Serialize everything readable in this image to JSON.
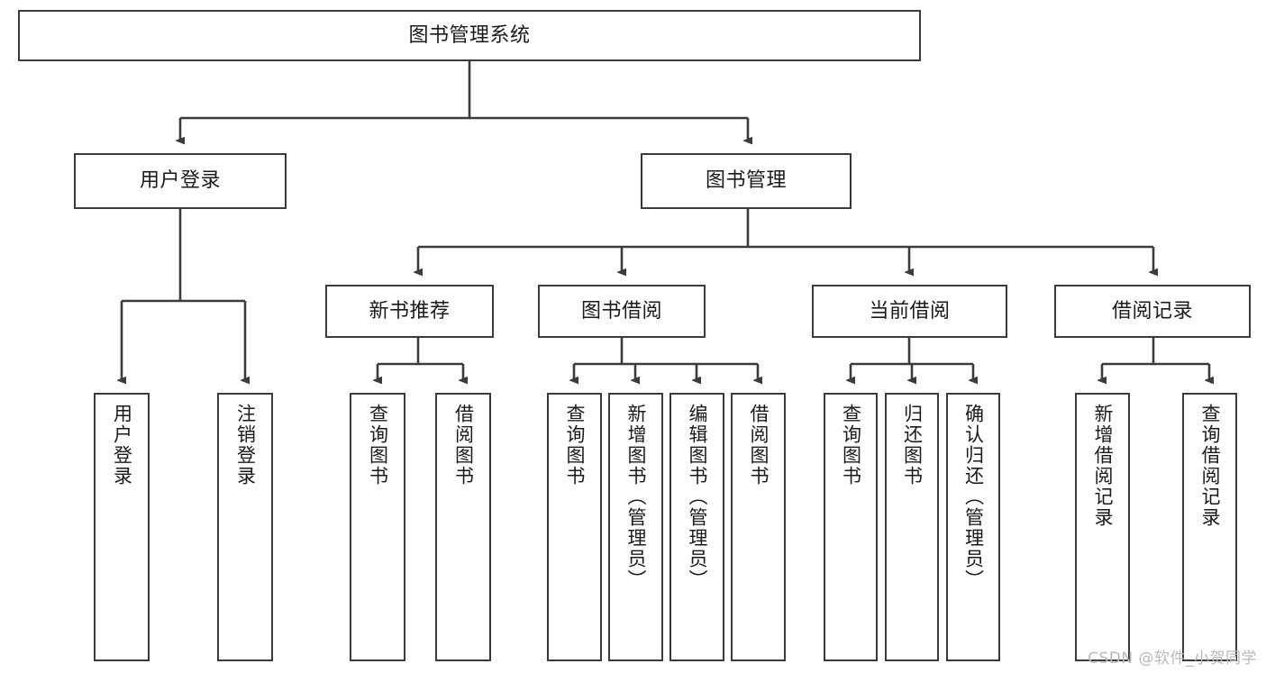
{
  "diagram": {
    "title": "图书管理系统",
    "type": "tree-hierarchy-chart",
    "watermark": "CSDN @软件_小贺同学",
    "colors": {
      "stroke": "#3b3b3b",
      "fill": "#ffffff",
      "text": "#1a1a1a",
      "watermark": "#b9b9b9"
    },
    "root": {
      "label": "图书管理系统"
    },
    "level2": [
      {
        "label": "用户登录"
      },
      {
        "label": "图书管理"
      }
    ],
    "level3": [
      {
        "label": "新书推荐"
      },
      {
        "label": "图书借阅"
      },
      {
        "label": "当前借阅"
      },
      {
        "label": "借阅记录"
      }
    ],
    "leaves": {
      "user_login": [
        {
          "label": "用户登录"
        },
        {
          "label": "注销登录"
        }
      ],
      "new_book": [
        {
          "label": "查询图书"
        },
        {
          "label": "借阅图书"
        }
      ],
      "book_borrow": [
        {
          "label": "查询图书"
        },
        {
          "label": "新增图书（管理员）"
        },
        {
          "label": "编辑图书（管理员）"
        },
        {
          "label": "借阅图书"
        }
      ],
      "current_borrow": [
        {
          "label": "查询图书"
        },
        {
          "label": "归还图书"
        },
        {
          "label": "确认归还（管理员）"
        }
      ],
      "borrow_record": [
        {
          "label": "新增借阅记录"
        },
        {
          "label": "查询借阅记录"
        }
      ]
    }
  }
}
